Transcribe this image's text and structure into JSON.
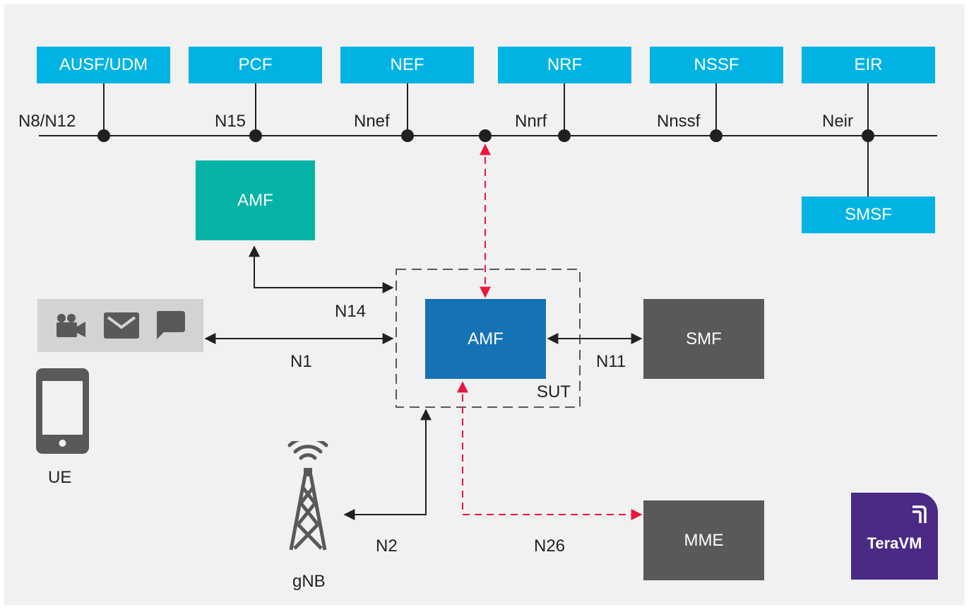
{
  "network_functions": {
    "ausf_udm": "AUSF/UDM",
    "pcf": "PCF",
    "nef": "NEF",
    "nrf": "NRF",
    "nssf": "NSSF",
    "eir": "EIR",
    "smsf": "SMSF"
  },
  "bus_labels": {
    "n8_n12": "N8/N12",
    "n15": "N15",
    "nnef": "Nnef",
    "nnrf": "Nnrf",
    "nnssf": "Nnssf",
    "neir": "Neir"
  },
  "nodes": {
    "amf_peer": "AMF",
    "amf_sut": "AMF",
    "smf": "SMF",
    "mme": "MME",
    "ue": "UE",
    "gnb": "gNB",
    "sut": "SUT"
  },
  "interfaces": {
    "n14": "N14",
    "n1": "N1",
    "n11": "N11",
    "n2": "N2",
    "n26": "N26"
  },
  "logo": {
    "text": "TeraVM"
  },
  "colors": {
    "nf_cyan": "#00b3e3",
    "amf_green": "#07b3a6",
    "amf_blue": "#1572b5",
    "node_grey": "#58595b",
    "dashed_red": "#e8173d",
    "logo_purple": "#4a2a85"
  },
  "icons": [
    "video-camera-icon",
    "envelope-icon",
    "chat-bubble-icon",
    "smartphone-icon",
    "radio-tower-icon",
    "teravm-logo-icon"
  ]
}
